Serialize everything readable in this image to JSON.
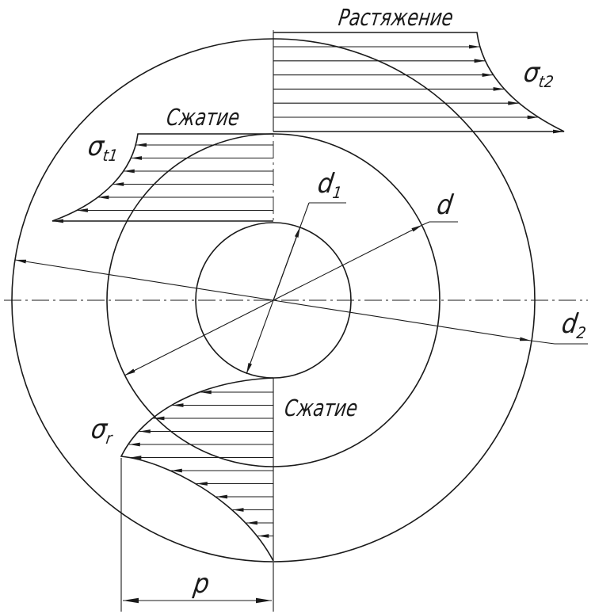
{
  "labels": {
    "tension": "Растяжение",
    "compression_top": "Сжатие",
    "compression_bottom": "Сжатие",
    "sigma_t2": "σ",
    "sigma_t2_sub": "t2",
    "sigma_t1": "σ",
    "sigma_t1_sub": "t1",
    "sigma_r": "σ",
    "sigma_r_sub": "r",
    "d1": "d",
    "d1_sub": "1",
    "d": "d",
    "d2": "d",
    "d2_sub": "2",
    "p": "p"
  },
  "colors": {
    "line": "#1a1a1a",
    "background": "#ffffff"
  }
}
